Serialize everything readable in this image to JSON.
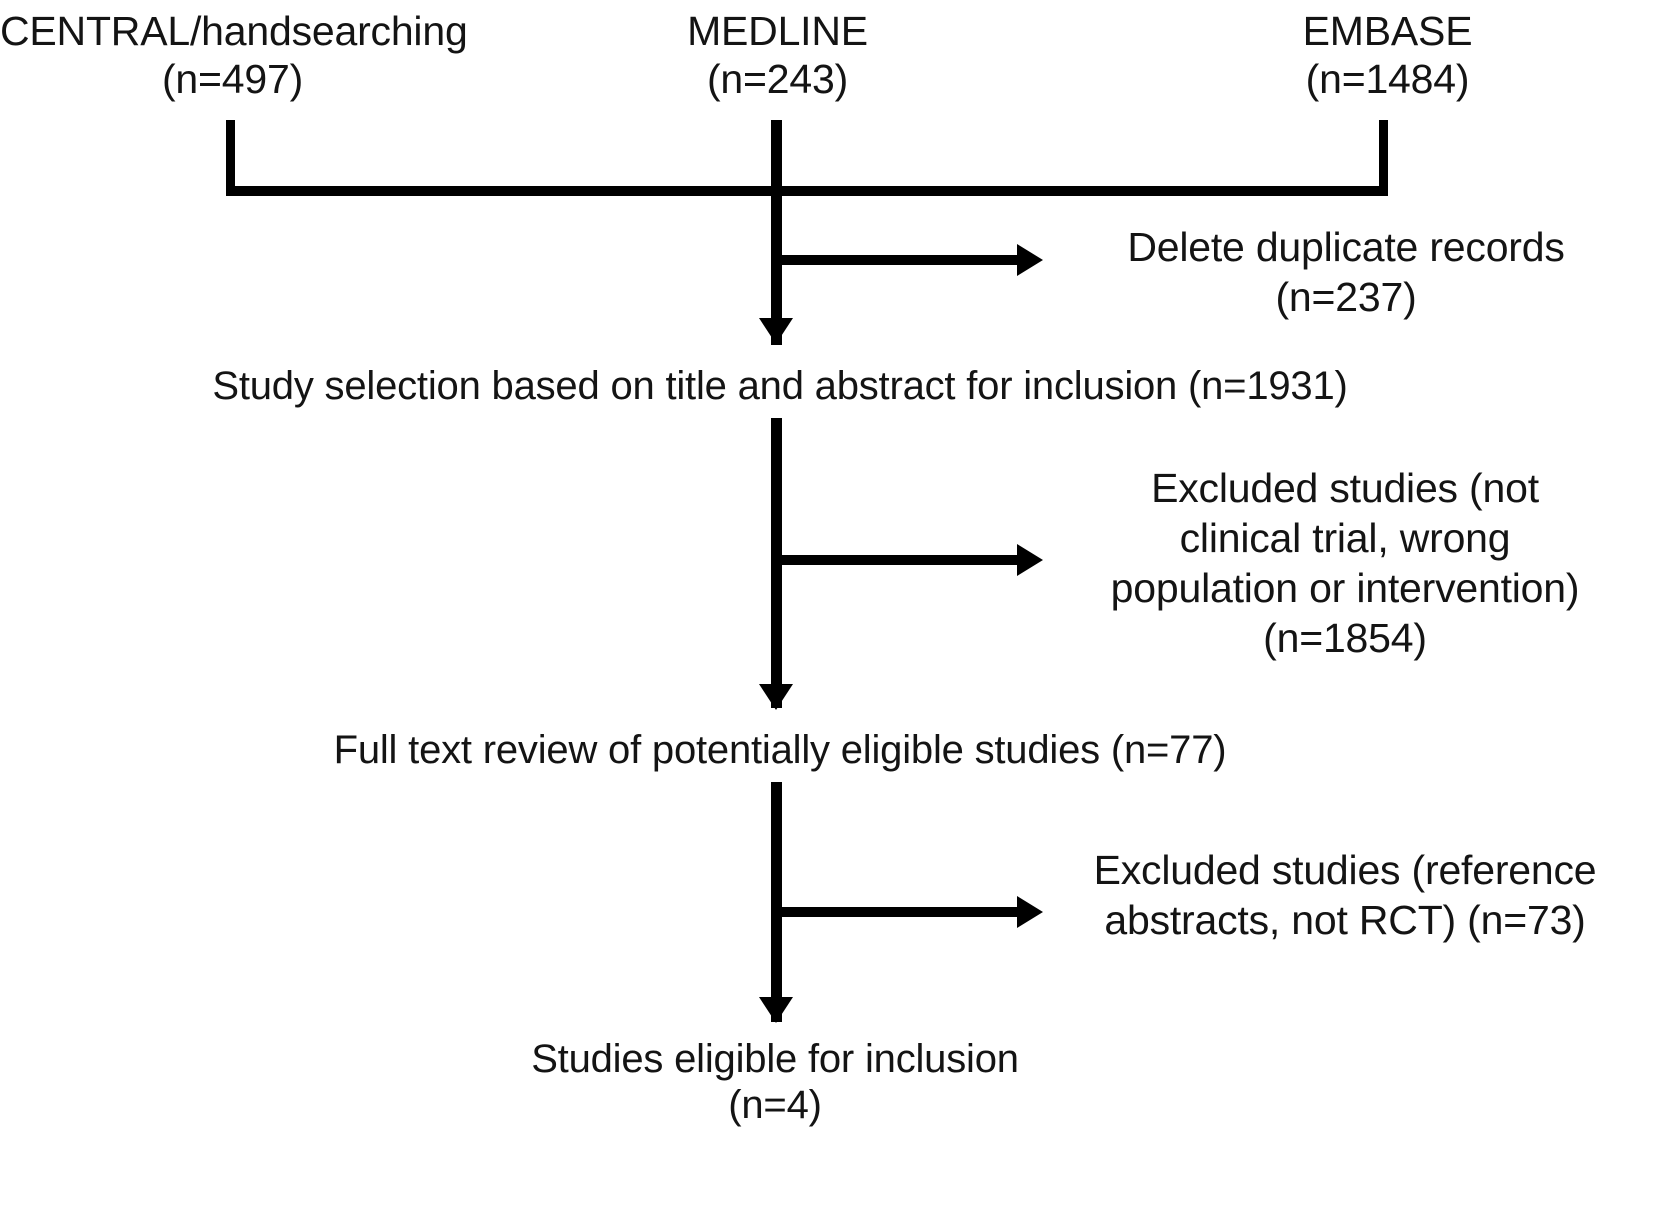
{
  "diagram": {
    "title": "Study selection flow diagram",
    "line_color": "#000000",
    "text_color": "#141414",
    "background": "#ffffff"
  },
  "sources": [
    {
      "name": "CENTRAL/handsearching",
      "count_label": "(n=497)",
      "text": "CENTRAL/handsearching\n(n=497)"
    },
    {
      "name": "MEDLINE",
      "count_label": "(n=243)",
      "text": "MEDLINE\n(n=243)"
    },
    {
      "name": "EMBASE",
      "count_label": "(n=1484)",
      "text": "EMBASE\n(n=1484)"
    }
  ],
  "stages": [
    {
      "id": "title-abstract-screening",
      "text": "Study selection based on title and abstract for inclusion (n=1931)",
      "count_label": "(n=1931)"
    },
    {
      "id": "full-text-review",
      "text": "Full text review of potentially eligible studies (n=77)",
      "count_label": "(n=77)"
    },
    {
      "id": "studies-included",
      "text": "Studies eligible for inclusion\n(n=4)",
      "count_label": "(n=4)"
    }
  ],
  "exclusions": [
    {
      "id": "duplicates-removed",
      "text": "Delete duplicate records\n(n=237)",
      "count_label": "(n=237)"
    },
    {
      "id": "excluded-after-screening",
      "text": "Excluded studies (not\nclinical trial, wrong\npopulation or intervention)\n(n=1854)",
      "count_label": "(n=1854)"
    },
    {
      "id": "excluded-after-full-text",
      "text": "Excluded studies (reference\nabstracts, not RCT) (n=73)",
      "count_label": "(n=73)"
    }
  ]
}
